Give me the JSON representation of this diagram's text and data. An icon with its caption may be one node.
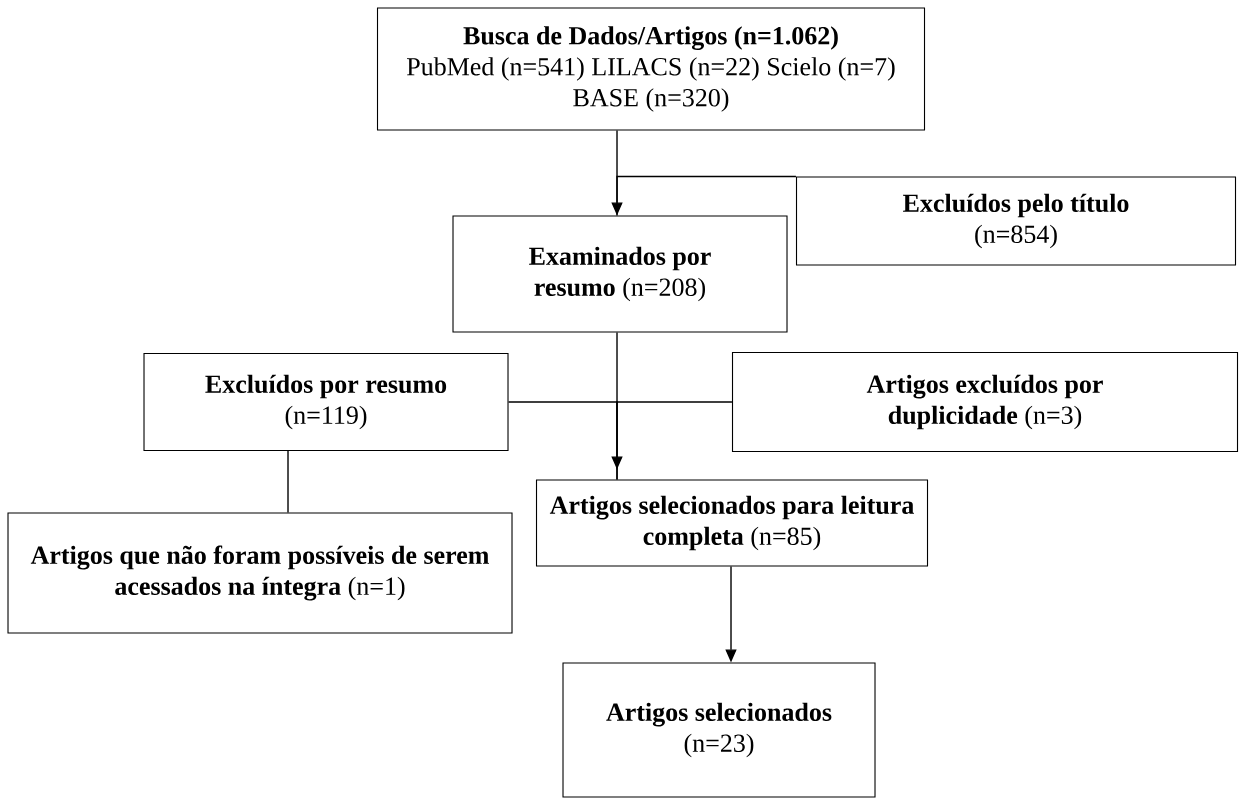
{
  "diagram": {
    "nodes": [
      {
        "text": [
          "Busca de Dados/Artigos (n=1.062)",
          "PubMed (n=541) LILACS (n=22) Scielo (n=7) BASE (n=320)"
        ]
      },
      {
        "text": [
          "**Excluídos pelo título** (n=854)"
        ]
      },
      {
        "text": [
          "**Examinados por resumo** (n=208)"
        ]
      },
      {
        "text": [
          "**Excluídos por resumo** (n=119)"
        ]
      },
      {
        "text": [
          "**Artigos excluídos por duplicidade** (n=3)"
        ]
      },
      {
        "text": [
          "**Artigos que não foram possíveis de serem acessados na íntegra** (n=1)"
        ]
      },
      {
        "text": [
          "**Artigos selecionados para leitura completa** (n=85)"
        ]
      },
      {
        "text": [
          "**Artigos selecionados** (n=23)"
        ]
      }
    ],
    "edges": [
      {
        "from": 0,
        "to": 2,
        "arrow": "to"
      },
      {
        "from": 1,
        "to": 2,
        "arrow": "none"
      },
      {
        "from": 2,
        "to": 6,
        "arrow": "to"
      },
      {
        "from": 3,
        "to": 6,
        "arrow": "none"
      },
      {
        "from": 4,
        "to": 6,
        "arrow": "none"
      },
      {
        "from": 3,
        "to": 5,
        "arrow": "none"
      },
      {
        "from": 6,
        "to": 7,
        "arrow": "to"
      }
    ]
  }
}
